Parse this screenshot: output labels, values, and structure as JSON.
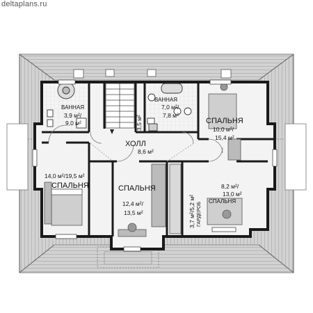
{
  "watermark": "deltaplans.ru",
  "colors": {
    "roof": "#cfcfcf",
    "roof_lines": "#9a9a9a",
    "wall": "#1a1a1a",
    "floor": "#f2f2f2",
    "furniture": "#b8b8b8",
    "door": "#8a8a8a"
  },
  "rooms": {
    "bath1": {
      "name": "ВАННАЯ",
      "area1": "3,9 м²/",
      "area2": "9,0 м²"
    },
    "bath2": {
      "name": "ВАННАЯ",
      "area1": "7,0 м²/",
      "area2": "7,8 м²"
    },
    "bed_ne": {
      "name": "СПАЛЬНЯ",
      "area1": "10,0 м²/",
      "area2": "15,4 м²"
    },
    "hall": {
      "name": "ХОЛЛ",
      "area": "8,6 м²"
    },
    "bed_w": {
      "area": "14,0 м²/19,5 м²",
      "name": "СПАЛЬНЯ"
    },
    "bed_c": {
      "name": "СПАЛЬНЯ",
      "area1": "12,4 м²/",
      "area2": "13,5 м²"
    },
    "bed_se": {
      "area1": "8,2 м²/",
      "area2": "13,0 м²",
      "name": "СПАЛЬНЯ"
    },
    "closet": {
      "area": "3,5 м²"
    },
    "storage": {
      "area": "3,7 м²/5,2 м²",
      "name": "ГАРДЕРОБ"
    }
  }
}
